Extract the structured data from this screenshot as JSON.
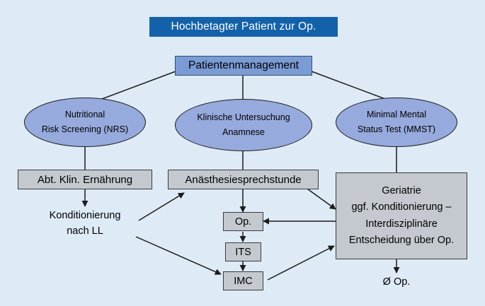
{
  "diagram": {
    "title": "Hochbetagter Patient zur Op.",
    "background_color": "#deeaf6",
    "colors": {
      "title_banner": "#1361a9",
      "title_text": "#ffffff",
      "blue_box": "#7b9bd5",
      "ellipse_fill": "#97aadd",
      "gray_box": "#c3c9cf",
      "edge": "#1b1b1b"
    },
    "nodes": {
      "title_banner": {
        "label": "Hochbetagter Patient zur Op."
      },
      "patientenmanagement": {
        "label": "Patientenmanagement"
      },
      "nrs": {
        "line1": "Nutritional",
        "line2": "Risk Screening (NRS)"
      },
      "klinische": {
        "line1": "Klinische Untersuchung",
        "line2": "Anamnese"
      },
      "mmst": {
        "line1": "Minimal Mental",
        "line2": "Status Test (MMST)"
      },
      "ernaehrung": {
        "label": "Abt. Klin. Ernährung"
      },
      "anaesthesie": {
        "label": "Anästhesiesprechstunde"
      },
      "geriatrie": {
        "line1": "Geriatrie",
        "line2": "ggf. Konditionierung –",
        "line3": "Interdisziplinäre",
        "line4": "Entscheidung über Op."
      },
      "konditionierung": {
        "line1": "Konditionierung",
        "line2": "nach LL"
      },
      "op": {
        "label": "Op."
      },
      "its": {
        "label": "ITS"
      },
      "imc": {
        "label": "IMC"
      },
      "kein_op": {
        "label": "Ø Op."
      }
    }
  }
}
